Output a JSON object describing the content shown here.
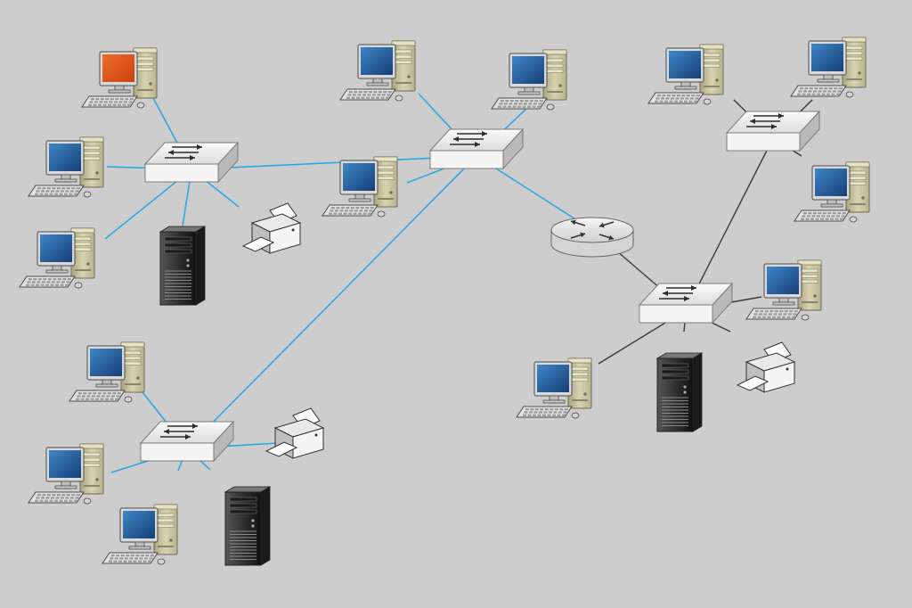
{
  "diagram": {
    "type": "network-topology",
    "colors": {
      "background": "#cdcdcd",
      "lan_link": "#2fa8e0",
      "wan_link": "#3a3a3a",
      "monitor_screen": "#1f5a9e",
      "highlighted_screen": "#e2541a",
      "pc_case": "#c9c4a2",
      "switch_body": "#efefef",
      "server_body": "#2e2e2e"
    },
    "nodes": [
      {
        "id": "pc1",
        "kind": "workstation",
        "highlighted": true
      },
      {
        "id": "pc2",
        "kind": "workstation"
      },
      {
        "id": "pc3",
        "kind": "workstation"
      },
      {
        "id": "sw1",
        "kind": "switch"
      },
      {
        "id": "srv1",
        "kind": "server"
      },
      {
        "id": "prn1",
        "kind": "printer"
      },
      {
        "id": "pc4",
        "kind": "workstation"
      },
      {
        "id": "pc5",
        "kind": "workstation"
      },
      {
        "id": "pc6",
        "kind": "workstation"
      },
      {
        "id": "sw2",
        "kind": "switch"
      },
      {
        "id": "pc7",
        "kind": "workstation"
      },
      {
        "id": "pc8",
        "kind": "workstation"
      },
      {
        "id": "pc9",
        "kind": "workstation"
      },
      {
        "id": "sw3",
        "kind": "switch"
      },
      {
        "id": "prn2",
        "kind": "printer"
      },
      {
        "id": "srv2",
        "kind": "server"
      },
      {
        "id": "router",
        "kind": "router"
      },
      {
        "id": "pc10",
        "kind": "workstation"
      },
      {
        "id": "pc11",
        "kind": "workstation"
      },
      {
        "id": "pc12",
        "kind": "workstation"
      },
      {
        "id": "sw4",
        "kind": "switch"
      },
      {
        "id": "pc13",
        "kind": "workstation"
      },
      {
        "id": "pc14",
        "kind": "workstation"
      },
      {
        "id": "sw5",
        "kind": "switch"
      },
      {
        "id": "srv3",
        "kind": "server"
      },
      {
        "id": "prn3",
        "kind": "printer"
      }
    ],
    "edges": [
      {
        "from": "pc1",
        "to": "sw1",
        "style": "lan"
      },
      {
        "from": "pc2",
        "to": "sw1",
        "style": "lan"
      },
      {
        "from": "pc3",
        "to": "sw1",
        "style": "lan"
      },
      {
        "from": "srv1",
        "to": "sw1",
        "style": "lan"
      },
      {
        "from": "prn1",
        "to": "sw1",
        "style": "lan"
      },
      {
        "from": "sw1",
        "to": "sw2",
        "style": "lan"
      },
      {
        "from": "pc4",
        "to": "sw2",
        "style": "lan"
      },
      {
        "from": "pc5",
        "to": "sw2",
        "style": "lan"
      },
      {
        "from": "pc6",
        "to": "sw2",
        "style": "lan"
      },
      {
        "from": "sw2",
        "to": "sw3",
        "style": "lan"
      },
      {
        "from": "sw2",
        "to": "router",
        "style": "lan"
      },
      {
        "from": "pc7",
        "to": "sw3",
        "style": "lan"
      },
      {
        "from": "pc8",
        "to": "sw3",
        "style": "lan"
      },
      {
        "from": "pc9",
        "to": "sw3",
        "style": "lan"
      },
      {
        "from": "prn2",
        "to": "sw3",
        "style": "lan"
      },
      {
        "from": "srv2",
        "to": "sw3",
        "style": "lan"
      },
      {
        "from": "router",
        "to": "sw5",
        "style": "wan"
      },
      {
        "from": "pc10",
        "to": "sw4",
        "style": "wan"
      },
      {
        "from": "pc11",
        "to": "sw4",
        "style": "wan"
      },
      {
        "from": "pc12",
        "to": "sw4",
        "style": "wan"
      },
      {
        "from": "sw4",
        "to": "sw5",
        "style": "wan"
      },
      {
        "from": "pc13",
        "to": "sw5",
        "style": "wan"
      },
      {
        "from": "pc14",
        "to": "sw5",
        "style": "wan"
      },
      {
        "from": "srv3",
        "to": "sw5",
        "style": "wan"
      },
      {
        "from": "prn3",
        "to": "sw5",
        "style": "wan"
      }
    ]
  }
}
